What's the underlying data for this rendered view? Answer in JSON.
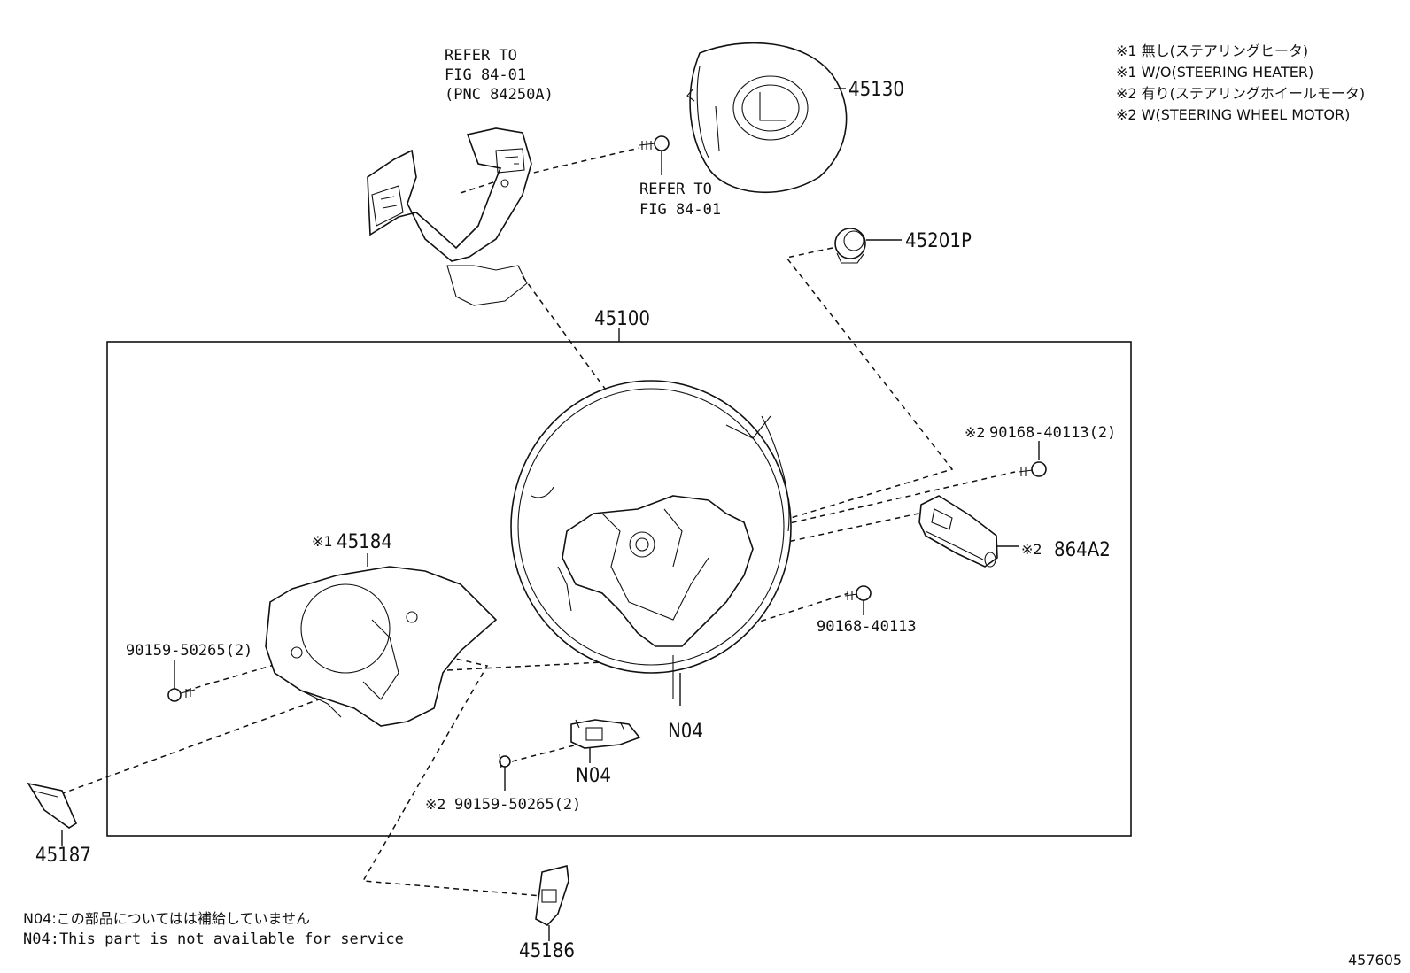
{
  "diagram_id": "457605",
  "legend": {
    "line1": "※1 無し(ステアリングヒータ)",
    "line2": "※1 W/O(STEERING HEATER)",
    "line3": "※2 有り(ステアリングホイールモータ)",
    "line4": "※2 W(STEERING WHEEL MOTOR)"
  },
  "notes": {
    "jp": "N04:この部品についてはは補給していません",
    "en": "N04:This part is not available for service"
  },
  "refer_switch": {
    "line1": "REFER TO",
    "line2": "FIG 84-01",
    "line3": "(PNC 84250A)"
  },
  "refer_screw": {
    "line1": "REFER TO",
    "line2": "FIG 84-01"
  },
  "parts": {
    "p45130": "45130",
    "p45201P": "45201P",
    "p45100": "45100",
    "p90168_2_mark": "※2",
    "p90168_2": "90168-40113(2)",
    "p864A2_mark": "※2",
    "p864A2": "864A2",
    "p90168": "90168-40113",
    "p45184_mark": "※1",
    "p45184": "45184",
    "p90159": "90159-50265(2)",
    "pN04_wheel": "N04",
    "pN04_conn": "N04",
    "p90159_2_mark": "※2",
    "p90159_2": "90159-50265(2)",
    "p45187": "45187",
    "p45186": "45186"
  }
}
